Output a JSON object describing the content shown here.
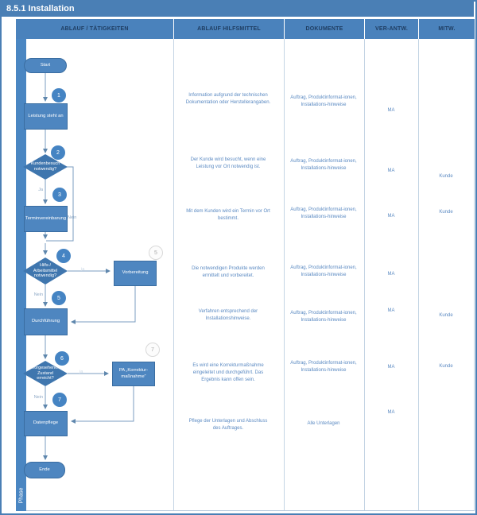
{
  "title": "8.5.1 Installation",
  "phase_label": "Phase",
  "columns": [
    "ABLAUF / TÄTIGKEITEN",
    "ABLAUF HILFSMITTEL",
    "DOKUMENTE",
    "VER-ANTW.",
    "MITW."
  ],
  "flow": {
    "start": "Start",
    "ende": "Ende",
    "leistung": "Leistung steht an",
    "kundenbesuch": "Kundenbesuch\nnotwendig?",
    "termin": "Terminvereinbarung",
    "hilfsmittel_frage": "Hilfs-/\nArbeitsmittel\nnotwendig?",
    "vorbereitung": "Vorbereitung",
    "durchfuehrung": "Durchführung",
    "zustand": "Vorgesehener\nZustand\nerreicht?",
    "korrektur": "PA „Korrektur-\nmaßnahme“",
    "datenpflege": "Datenpflege",
    "numbers": [
      "1",
      "2",
      "3",
      "4",
      "5",
      "6",
      "7"
    ],
    "labels": {
      "ja": "Ja",
      "nein": "Nein",
      "ja_light": "ja"
    }
  },
  "rows": [
    {
      "hilfsmittel": "Information aufgrund der technischen Dokumentation oder Herstellerangaben.",
      "dokumente": "Auftrag, Produktinformat-ionen, Installations-hinweise",
      "verantw": "MA",
      "mitw": ""
    },
    {
      "hilfsmittel": "Der Kunde wird besucht, wenn eine Leistung vor Ort notwendig ist.",
      "dokumente": "Auftrag, Produktinformat-ionen, Installations-hinweise",
      "verantw": "MA",
      "mitw": "Kunde"
    },
    {
      "hilfsmittel": "Mit dem Kunden wird ein Termin vor Ort bestimmt.",
      "dokumente": "Auftrag, Produktinformat-ionen, Installations-hinweise",
      "verantw": "MA",
      "mitw": "Kunde"
    },
    {
      "hilfsmittel": "Die notwendigen Produkte werden ermittelt und vorbereitet.",
      "dokumente": "Auftrag, Produktinformat-ionen, Installations-hinweise",
      "verantw": "MA",
      "mitw": ""
    },
    {
      "hilfsmittel": "Verfahren entsprechend der Installationshinweise.",
      "dokumente": "Auftrag, Produktinformat-ionen, Installations-hinweise",
      "verantw": "MA",
      "mitw": "Kunde"
    },
    {
      "hilfsmittel": "Es wird eine Korrekturmaßnahme eingeleitet und durchgeführt. Das Ergebnis kann offen sein.",
      "dokumente": "Auftrag, Produktinformat-ionen, Installations-hinweise",
      "verantw": "MA",
      "mitw": "Kunde"
    },
    {
      "hilfsmittel": "Pflege der Unterlagen und Abschluss des Auftrages.",
      "dokumente": "Alle Unterlagen",
      "verantw": "MA",
      "mitw": ""
    }
  ],
  "colors": {
    "accent": "#4a7fb5",
    "shape_fill": "#4e86c0",
    "diamond_fill": "#3f76ae",
    "line": "#7b9cc0",
    "cell_text": "#5b8ac2"
  }
}
